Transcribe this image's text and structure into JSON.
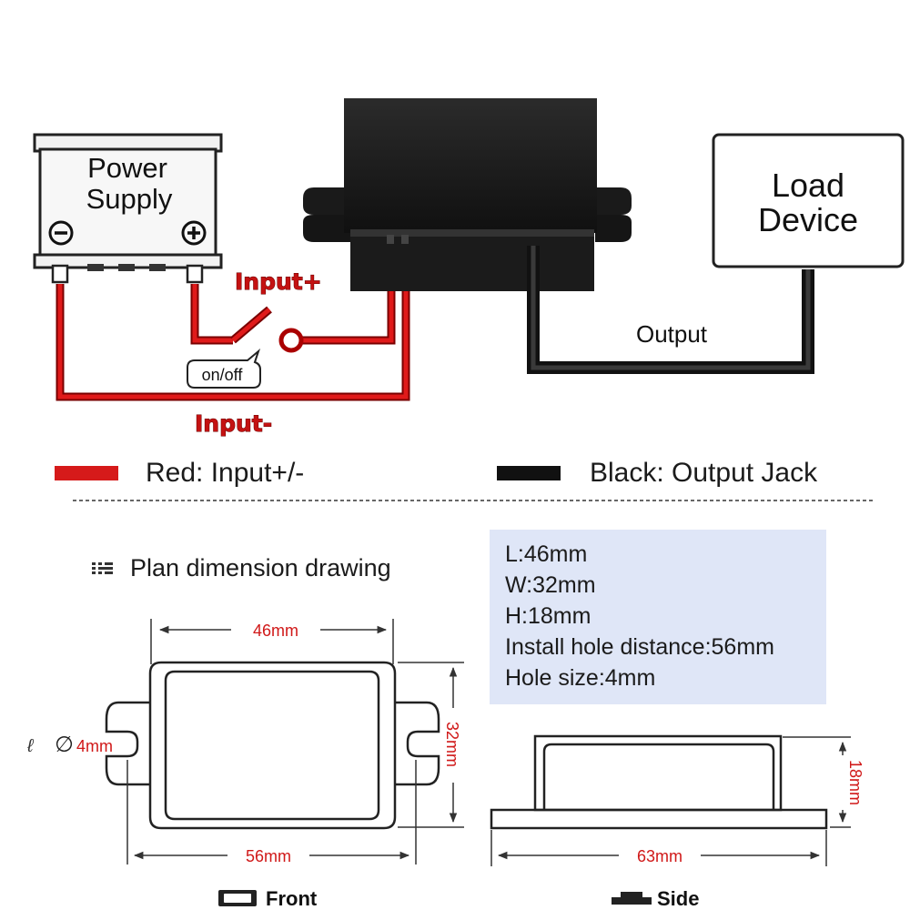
{
  "wiring": {
    "power_supply": "Power\nSupply",
    "power_supply_line1": "Power",
    "power_supply_line2": "Supply",
    "negative_symbol": "⊖",
    "positive_symbol": "⊕",
    "input_plus": "Input+",
    "input_minus": "Input-",
    "switch_label": "on/off",
    "output_label": "Output",
    "load_line1": "Load",
    "load_line2": "Device"
  },
  "legend": {
    "red_label": "Red: Input+/-",
    "black_label": "Black: Output Jack",
    "red_color": "#d61a1a",
    "black_color": "#111111"
  },
  "plan": {
    "heading": "Plan dimension drawing",
    "dim_length_top": "46mm",
    "dim_hole_distance": "56mm",
    "dim_width": "32mm",
    "dim_hole_size": "4mm",
    "diameter_symbol": "∅",
    "dim_side_length": "63mm",
    "dim_height": "18mm",
    "front_label": "Front",
    "side_label": "Side"
  },
  "specs": [
    "L:46mm",
    "W:32mm",
    "H:18mm",
    "Install hole distance:56mm",
    "Hole size:4mm"
  ]
}
